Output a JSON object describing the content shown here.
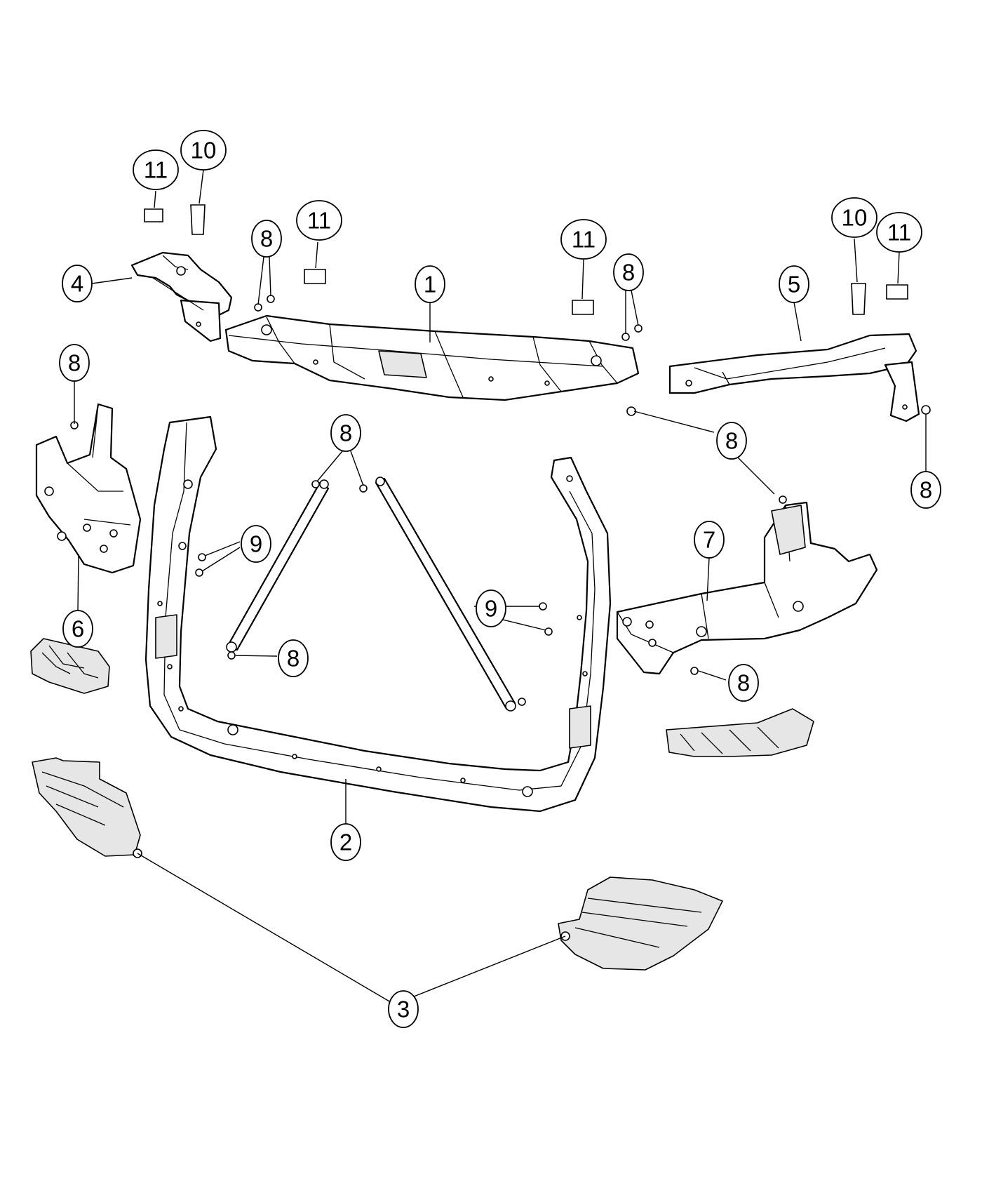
{
  "callouts": {
    "c1": "1",
    "c2": "2",
    "c3": "3",
    "c4": "4",
    "c5": "5",
    "c6": "6",
    "c7": "7",
    "c8a": "8",
    "c8b": "8",
    "c8c": "8",
    "c8d": "8",
    "c8e": "8",
    "c8f": "8",
    "c8g": "8",
    "c8h": "8",
    "c9a": "9",
    "c9b": "9",
    "c10a": "10",
    "c10b": "10",
    "c11a": "11",
    "c11b": "11",
    "c11c": "11",
    "c11d": "11"
  }
}
